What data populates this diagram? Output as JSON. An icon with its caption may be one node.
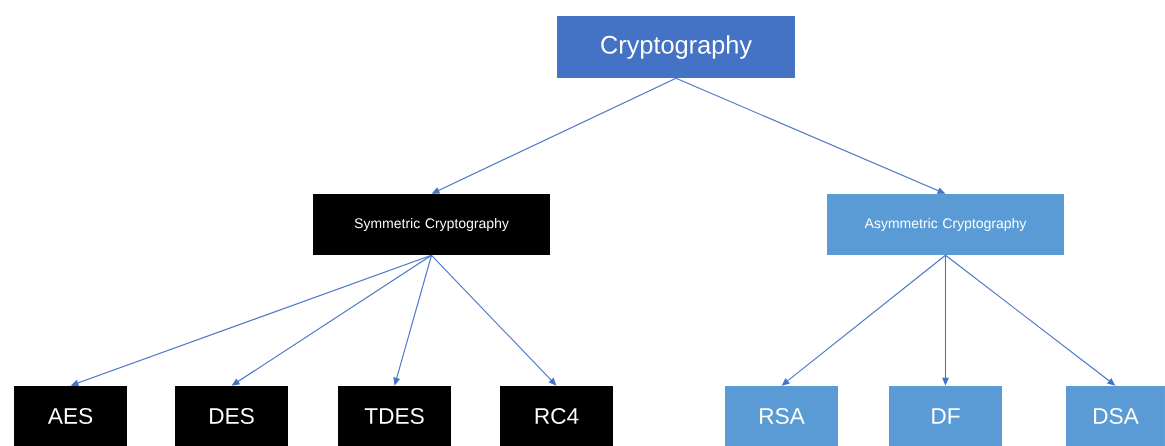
{
  "diagram": {
    "nodes": [
      {
        "text": [
          "Cryptography"
        ]
      },
      {
        "text": [
          "Symmetric Cryptography"
        ]
      },
      {
        "text": [
          "Asymmetric Cryptography"
        ]
      },
      {
        "text": [
          "AES"
        ]
      },
      {
        "text": [
          "DES"
        ]
      },
      {
        "text": [
          "TDES"
        ]
      },
      {
        "text": [
          "RC4"
        ]
      },
      {
        "text": [
          "RSA"
        ]
      },
      {
        "text": [
          "DF"
        ]
      },
      {
        "text": [
          "DSA"
        ]
      }
    ],
    "edges": [
      {
        "from": 0,
        "to": 1,
        "arrow": "to"
      },
      {
        "from": 0,
        "to": 2,
        "arrow": "to"
      },
      {
        "from": 1,
        "to": 3,
        "arrow": "to"
      },
      {
        "from": 1,
        "to": 4,
        "arrow": "to"
      },
      {
        "from": 1,
        "to": 5,
        "arrow": "to"
      },
      {
        "from": 1,
        "to": 6,
        "arrow": "to"
      },
      {
        "from": 2,
        "to": 7,
        "arrow": "to"
      },
      {
        "from": 2,
        "to": 8,
        "arrow": "to"
      },
      {
        "from": 2,
        "to": 9,
        "arrow": "to"
      }
    ]
  }
}
